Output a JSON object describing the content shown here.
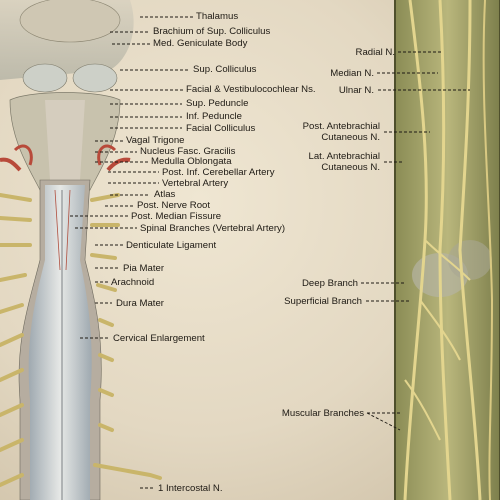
{
  "left_labels": [
    {
      "id": "thalamus",
      "text": "Thalamus"
    },
    {
      "id": "brachium-sup-colliculus",
      "text": "Brachium of Sup. Colliculus"
    },
    {
      "id": "med-geniculate-body",
      "text": "Med. Geniculate Body"
    },
    {
      "id": "sup-colliculus",
      "text": "Sup. Colliculus"
    },
    {
      "id": "facial-vestibulocochlear",
      "text": "Facial & Vestibulocochlear Ns."
    },
    {
      "id": "sup-peduncle",
      "text": "Sup. Peduncle"
    },
    {
      "id": "inf-peduncle",
      "text": "Inf. Peduncle"
    },
    {
      "id": "facial-colliculus",
      "text": "Facial Colliculus"
    },
    {
      "id": "vagal-trigone",
      "text": "Vagal Trigone"
    },
    {
      "id": "nucleus-fasc-gracilis",
      "text": "Nucleus Fasc. Gracilis"
    },
    {
      "id": "medulla-oblongata",
      "text": "Medulla Oblongata"
    },
    {
      "id": "post-inf-cerebellar-artery",
      "text": "Post. Inf. Cerebellar Artery"
    },
    {
      "id": "vertebral-artery",
      "text": "Vertebral Artery"
    },
    {
      "id": "atlas",
      "text": "Atlas"
    },
    {
      "id": "post-nerve-root",
      "text": "Post. Nerve Root"
    },
    {
      "id": "post-median-fissure",
      "text": "Post. Median Fissure"
    },
    {
      "id": "spinal-branches",
      "text": "Spinal Branches (Vertebral Artery)"
    },
    {
      "id": "denticulate-ligament",
      "text": "Denticulate Ligament"
    },
    {
      "id": "pia-mater",
      "text": "Pia Mater"
    },
    {
      "id": "arachnoid",
      "text": "Arachnoid"
    },
    {
      "id": "dura-mater",
      "text": "Dura Mater"
    },
    {
      "id": "cervical-enlargement",
      "text": "Cervical Enlargement"
    },
    {
      "id": "intercostal-n",
      "text": "1 Intercostal N."
    }
  ],
  "right_labels": [
    {
      "id": "radial-n",
      "text": "Radial N."
    },
    {
      "id": "median-n",
      "text": "Median N."
    },
    {
      "id": "ulnar-n",
      "text": "Ulnar N."
    },
    {
      "id": "post-antebrachial-cutaneous",
      "lines": [
        "Post. Antebrachial",
        "Cutaneous N."
      ]
    },
    {
      "id": "lat-antebrachial-cutaneous",
      "lines": [
        "Lat. Antebrachial",
        "Cutaneous N."
      ]
    },
    {
      "id": "deep-branch",
      "text": "Deep Branch"
    },
    {
      "id": "superficial-branch",
      "text": "Superficial Branch"
    },
    {
      "id": "muscular-branches",
      "text": "Muscular Branches"
    }
  ]
}
